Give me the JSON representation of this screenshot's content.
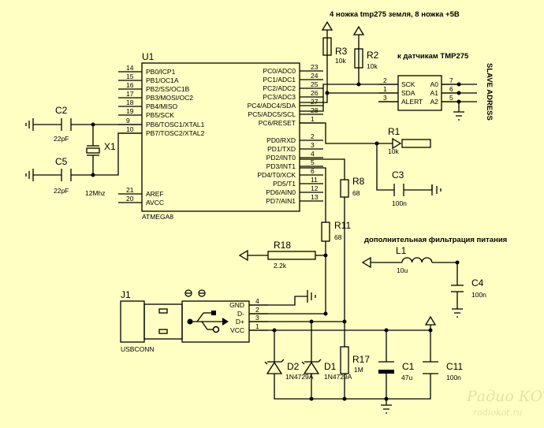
{
  "annotations": {
    "tmp275_power": "4 ножка tmp275 земля, 8 ножка  +5В",
    "to_sensors": "к датчикам TMP275",
    "slave_address": "SLAVE ADRESS",
    "power_filter": "дополнительная фильтрация питания"
  },
  "mcu": {
    "ref": "U1",
    "part": "ATMEGA8",
    "left_pins": [
      {
        "num": "14",
        "name": "PB0/ICP1"
      },
      {
        "num": "15",
        "name": "PB1/OC1A"
      },
      {
        "num": "16",
        "name": "PB2/SS/OC1B"
      },
      {
        "num": "17",
        "name": "PB3/MOSI/OC2"
      },
      {
        "num": "18",
        "name": "PB4/MISO"
      },
      {
        "num": "19",
        "name": "PB5/SCK"
      },
      {
        "num": "9",
        "name": "PB6/TOSC1/XTAL1"
      },
      {
        "num": "10",
        "name": "PB7/TOSC2/XTAL2"
      },
      {
        "num": "21",
        "name": "AREF"
      },
      {
        "num": "20",
        "name": "AVCC"
      }
    ],
    "right_pins": [
      {
        "num": "23",
        "name": "PC0/ADC0"
      },
      {
        "num": "24",
        "name": "PC1/ADC1"
      },
      {
        "num": "25",
        "name": "PC2/ADC2"
      },
      {
        "num": "26",
        "name": "PC3/ADC3"
      },
      {
        "num": "27",
        "name": "PC4/ADC4/SDA"
      },
      {
        "num": "28",
        "name": "PC5/ADC5/SCL"
      },
      {
        "num": "1",
        "name": "PC6/RESET"
      },
      {
        "num": "2",
        "name": "PD0/RXD"
      },
      {
        "num": "3",
        "name": "PD1/TXD"
      },
      {
        "num": "4",
        "name": "PD2/INT0"
      },
      {
        "num": "5",
        "name": "PD3/INT1"
      },
      {
        "num": "6",
        "name": "PD4/T0/XCK"
      },
      {
        "num": "11",
        "name": "PD5/T1"
      },
      {
        "num": "12",
        "name": "PD6/AIN0"
      },
      {
        "num": "13",
        "name": "PD7/AIN1"
      }
    ]
  },
  "sensor_header": {
    "left_pins": [
      {
        "num": "2",
        "name": "SCK"
      },
      {
        "num": "1",
        "name": "SDA"
      },
      {
        "num": "3",
        "name": "ALERT"
      }
    ],
    "right_pins": [
      {
        "num": "7",
        "name": "A0"
      },
      {
        "num": "6",
        "name": "A1"
      },
      {
        "num": "5",
        "name": "A2"
      }
    ]
  },
  "usb": {
    "ref": "J1",
    "part": "USBCONN",
    "pins": [
      {
        "num": "4",
        "name": "GND"
      },
      {
        "num": "2",
        "name": "D-"
      },
      {
        "num": "3",
        "name": "D+"
      },
      {
        "num": "1",
        "name": "VCC"
      }
    ]
  },
  "components": {
    "R3": {
      "ref": "R3",
      "value": "10k"
    },
    "R2": {
      "ref": "R2",
      "value": "10k"
    },
    "R1": {
      "ref": "R1",
      "value": "10k"
    },
    "R8": {
      "ref": "R8",
      "value": "68"
    },
    "R11": {
      "ref": "R11",
      "value": "68"
    },
    "R18": {
      "ref": "R18",
      "value": "2.2k"
    },
    "R17": {
      "ref": "R17",
      "value": "1M"
    },
    "C2": {
      "ref": "C2",
      "value": "22pF"
    },
    "C5": {
      "ref": "C5",
      "value": "22pF"
    },
    "X1": {
      "ref": "X1",
      "value": "12Mhz"
    },
    "C3": {
      "ref": "C3",
      "value": "100n"
    },
    "L1": {
      "ref": "L1",
      "value": "10u"
    },
    "C4": {
      "ref": "C4",
      "value": "100n"
    },
    "C1": {
      "ref": "C1",
      "value": "47u"
    },
    "C11": {
      "ref": "C11",
      "value": "100n"
    },
    "D2": {
      "ref": "D2",
      "value": "1N4729A"
    },
    "D1": {
      "ref": "D1",
      "value": "1N4729A"
    }
  },
  "watermark": {
    "title": "Радио КОТ",
    "url": "radiokot.ru"
  }
}
